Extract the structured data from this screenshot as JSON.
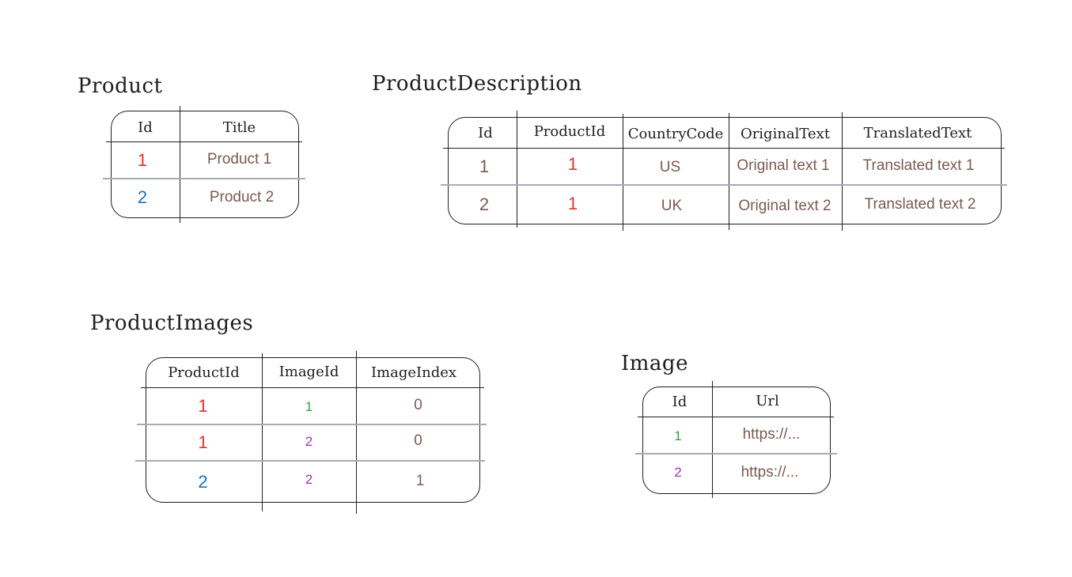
{
  "colors": {
    "stroke": "#1e1e1e",
    "row_separator": "#a8abb4",
    "text": "#7a5a50",
    "red": "#e03131",
    "blue": "#1971c2",
    "green": "#2f9e44",
    "purple": "#9c36b5"
  },
  "product": {
    "title": "Product",
    "headers": [
      "Id",
      "Title"
    ],
    "rows": [
      {
        "id": "1",
        "title": "Product 1"
      },
      {
        "id": "2",
        "title": "Product 2"
      }
    ]
  },
  "product_description": {
    "title": "ProductDescription",
    "headers": [
      "Id",
      "ProductId",
      "CountryCode",
      "OriginalText",
      "TranslatedText"
    ],
    "rows": [
      {
        "id": "1",
        "product_id": "1",
        "country_code": "US",
        "original_text": "Original text 1",
        "translated_text": "Translated text 1"
      },
      {
        "id": "2",
        "product_id": "1",
        "country_code": "UK",
        "original_text": "Original text 2",
        "translated_text": "Translated text 2"
      }
    ]
  },
  "product_images": {
    "title": "ProductImages",
    "headers": [
      "ProductId",
      "ImageId",
      "ImageIndex"
    ],
    "rows": [
      {
        "product_id": "1",
        "image_id": "1",
        "image_index": "0"
      },
      {
        "product_id": "1",
        "image_id": "2",
        "image_index": "0"
      },
      {
        "product_id": "2",
        "image_id": "2",
        "image_index": "1"
      }
    ]
  },
  "image": {
    "title": "Image",
    "headers": [
      "Id",
      "Url"
    ],
    "rows": [
      {
        "id": "1",
        "url": "https://..."
      },
      {
        "id": "2",
        "url": "https://..."
      }
    ]
  }
}
